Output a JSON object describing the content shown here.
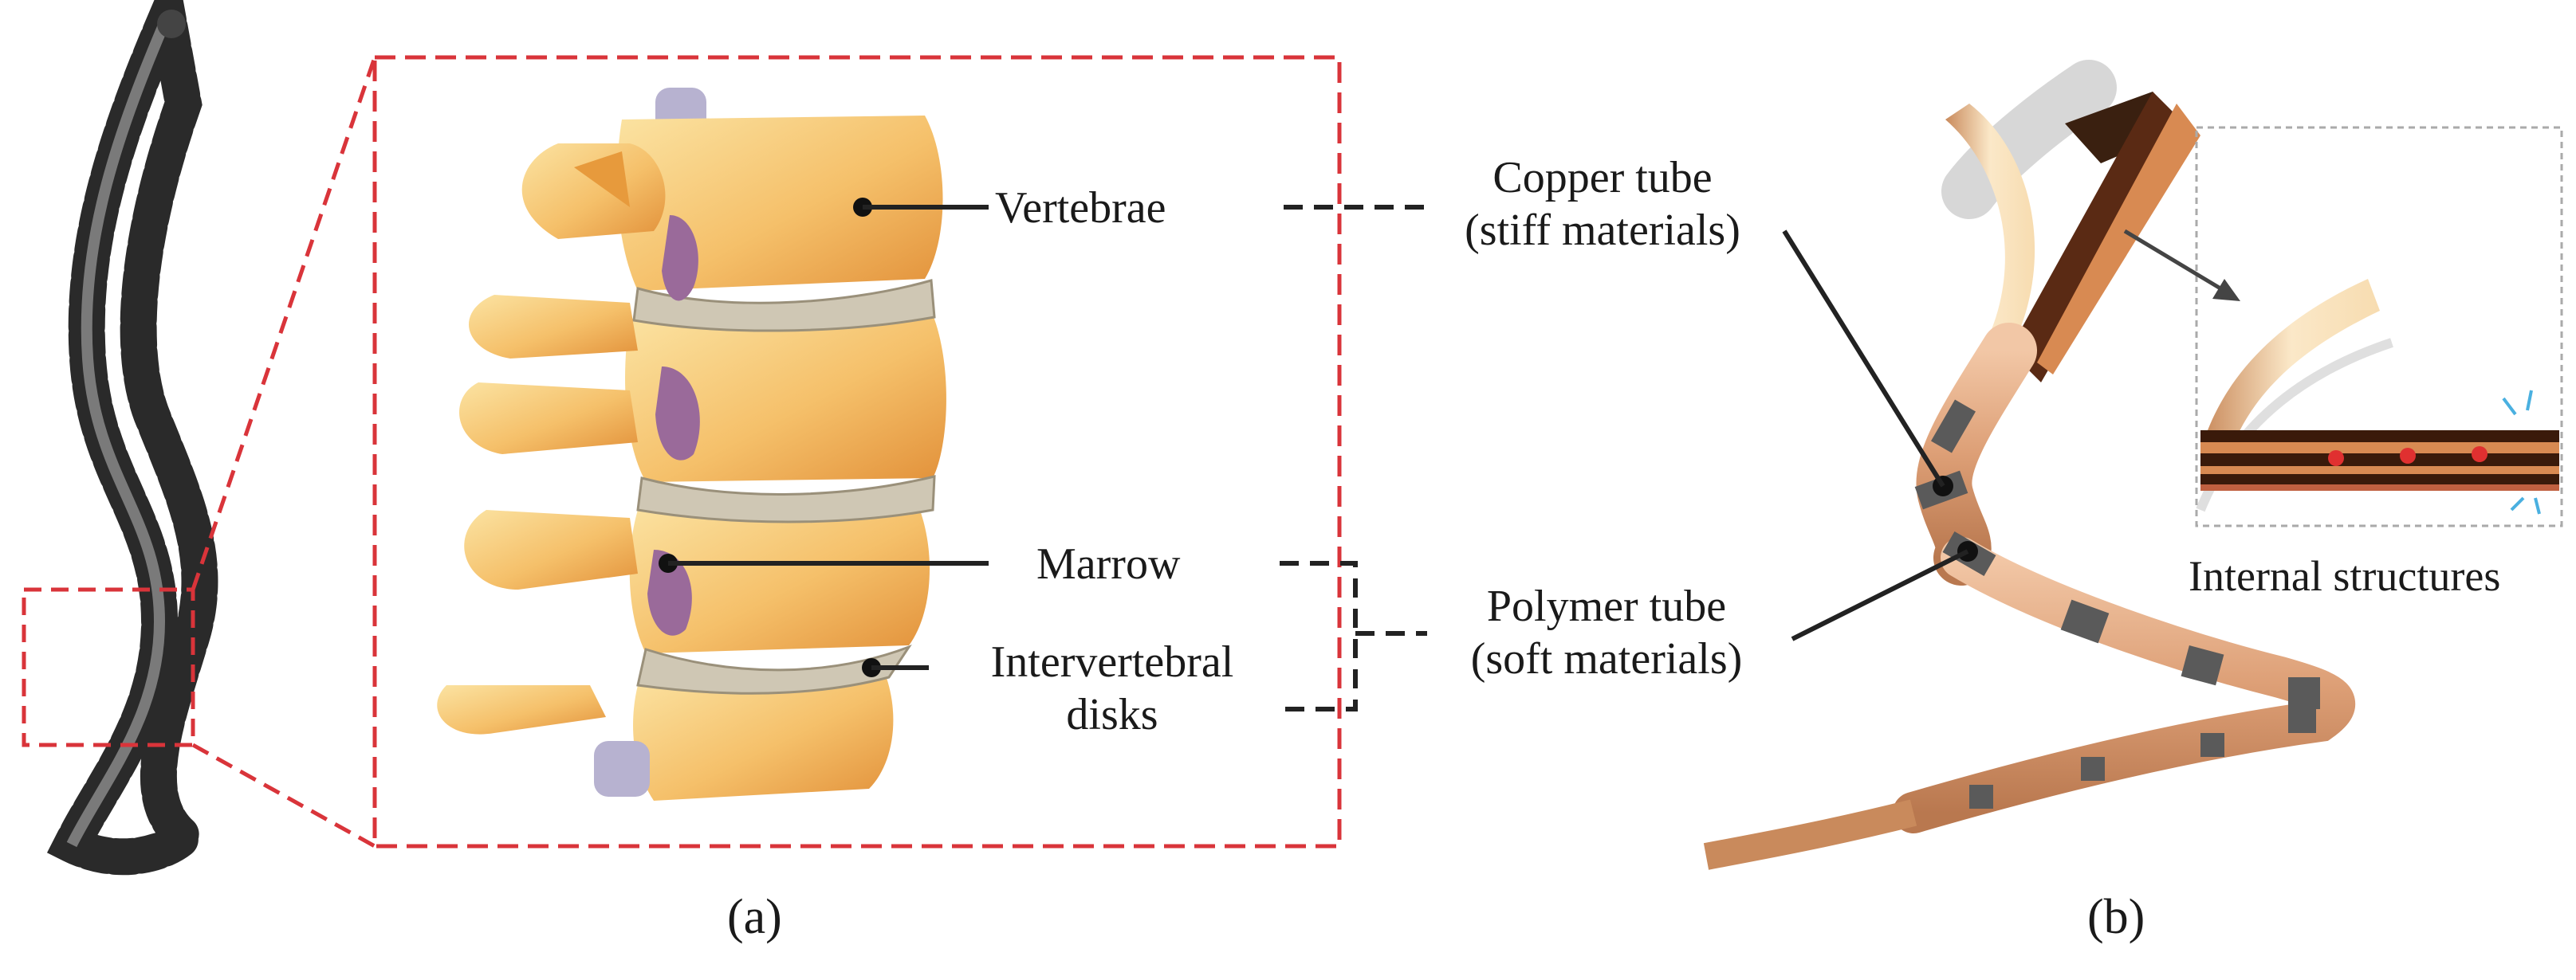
{
  "panel_a": {
    "labels": {
      "vertebrae": "Vertebrae",
      "marrow": "Marrow",
      "intervertebral_line1": "Intervertebral",
      "intervertebral_line2": "disks"
    },
    "caption": "(a)"
  },
  "panel_b": {
    "labels": {
      "copper_line1": "Copper tube",
      "copper_line2": "(stiff materials)",
      "polymer_line1": "Polymer tube",
      "polymer_line2": "(soft materials)",
      "internal": "Internal structures"
    },
    "caption": "(b)"
  },
  "colors": {
    "dashed_box": "#d9343a",
    "bone": "#f5c06a",
    "bone_shadow": "#e79a3c",
    "disk": "#cfc7b4",
    "marrow": "#9a6a9a",
    "tube_tan": "#e0a57f",
    "tube_band": "#5a5a5a",
    "copper_dark": "#5a2a14",
    "leader": "#222222"
  }
}
